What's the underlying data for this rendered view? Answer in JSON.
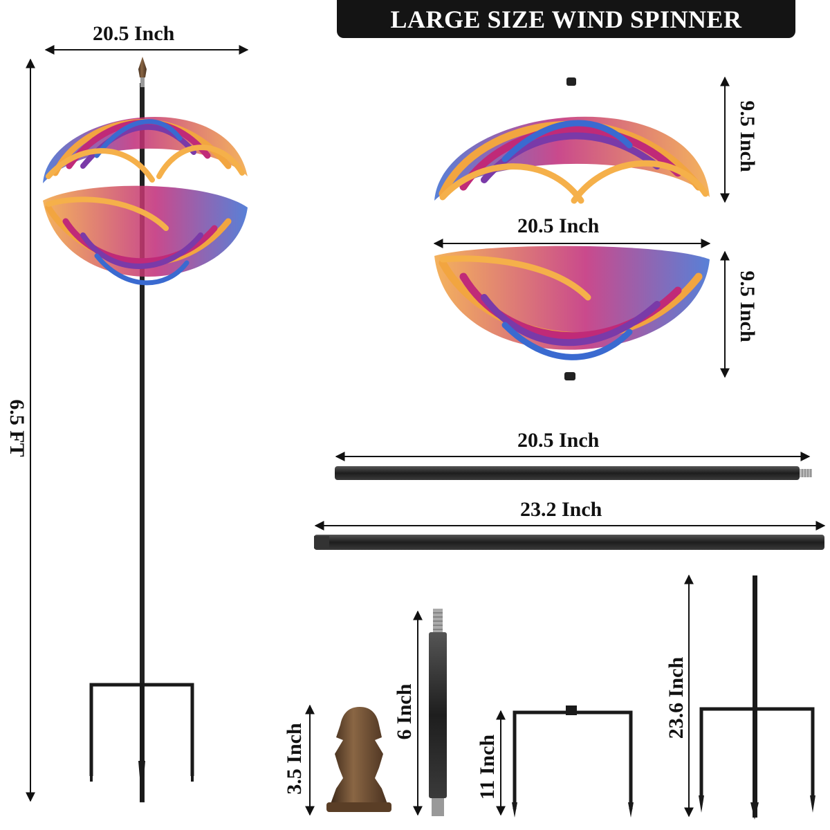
{
  "banner": {
    "title": "LARGE SIZE WIND SPINNER"
  },
  "dimensions": {
    "assembled_width": "20.5 Inch",
    "assembled_height": "6.5 FT",
    "top_half_width": "20.5 Inch",
    "top_half_height": "9.5 Inch",
    "bottom_half_height": "9.5 Inch",
    "pole_short": "20.5 Inch",
    "pole_long": "23.2 Inch",
    "finial_height": "3.5 Inch",
    "connector_height": "6 Inch",
    "stand_height": "11 Inch",
    "stake_height": "23.6 Inch"
  },
  "colors": {
    "banner_bg": "#141414",
    "pole": "#2a2a2a",
    "finial_bronze": "#6b4a2e",
    "spinner_orange": "#f0a040",
    "spinner_magenta": "#c02a78",
    "spinner_blue": "#3a6ad0"
  },
  "icons": [
    "spinner-assembled",
    "spinner-top-half",
    "spinner-bottom-half",
    "pole-short",
    "pole-long",
    "finial",
    "connector-rod",
    "stand",
    "ground-stake"
  ]
}
